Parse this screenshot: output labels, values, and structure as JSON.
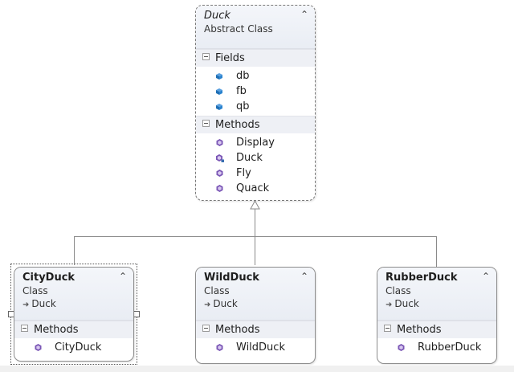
{
  "classes": {
    "duck": {
      "name": "Duck",
      "stereotype": "Abstract Class",
      "sections": {
        "fields": {
          "title": "Fields",
          "items": [
            {
              "label": "db",
              "icon": "field-icon"
            },
            {
              "label": "fb",
              "icon": "field-icon"
            },
            {
              "label": "qb",
              "icon": "field-icon"
            }
          ]
        },
        "methods": {
          "title": "Methods",
          "items": [
            {
              "label": "Display",
              "icon": "method-icon"
            },
            {
              "label": "Duck",
              "icon": "protected-method-icon"
            },
            {
              "label": "Fly",
              "icon": "method-icon"
            },
            {
              "label": "Quack",
              "icon": "method-icon"
            }
          ]
        }
      }
    },
    "cityduck": {
      "name": "CityDuck",
      "stereotype": "Class",
      "base": "Duck",
      "sections": {
        "methods": {
          "title": "Methods",
          "items": [
            {
              "label": "CityDuck",
              "icon": "method-icon"
            }
          ]
        }
      }
    },
    "wildduck": {
      "name": "WildDuck",
      "stereotype": "Class",
      "base": "Duck",
      "sections": {
        "methods": {
          "title": "Methods",
          "items": [
            {
              "label": "WildDuck",
              "icon": "method-icon"
            }
          ]
        }
      }
    },
    "rubberduck": {
      "name": "RubberDuck",
      "stereotype": "Class",
      "base": "Duck",
      "sections": {
        "methods": {
          "title": "Methods",
          "items": [
            {
              "label": "RubberDuck",
              "icon": "method-icon"
            }
          ]
        }
      }
    }
  },
  "icons": {
    "collapse": "chevron-double-up-icon",
    "inherit": "inheritance-arrow-icon"
  },
  "colors": {
    "header_bg": "#eef0f5",
    "field_icon": "#1f6fb5",
    "method_icon": "#7a56b5",
    "connector": "#8a8a8a"
  },
  "selected_class": "cityduck"
}
